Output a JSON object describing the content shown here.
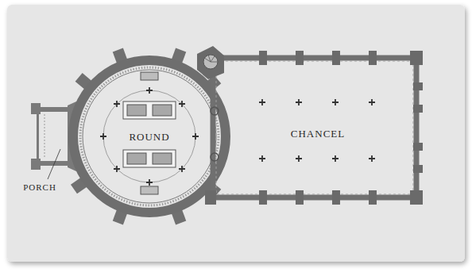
{
  "diagram": {
    "labels": [
      "ROUND",
      "CHANCEL",
      "PORCH"
    ]
  }
}
